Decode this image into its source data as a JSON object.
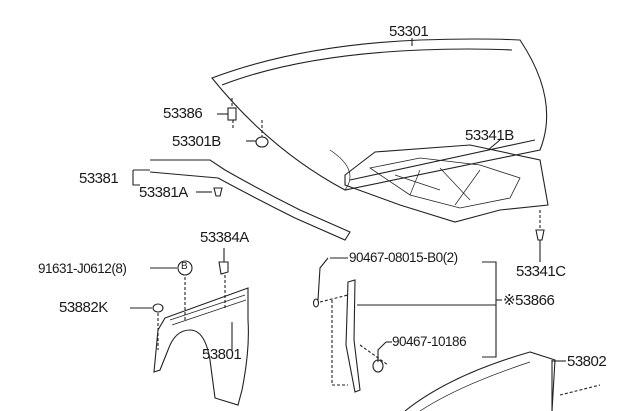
{
  "labels": {
    "hood": "53301",
    "hood_bumper": "53386",
    "hood_stopper": "53301B",
    "hood_seal": "53381",
    "hood_seal_clip": "53381A",
    "hood_insulator": "53341B",
    "insulator_clip": "53341C",
    "fender_bracket_clip": "53384A",
    "bolt": "91631-J0612(8)",
    "bolt_marker": "B",
    "fender_plug": "53882K",
    "fender_apron": "53801",
    "screw_a": "90467-08015-B0(2)",
    "fender_seal_group": "※53866",
    "screw_b": "90467-10186",
    "fender": "53802"
  }
}
